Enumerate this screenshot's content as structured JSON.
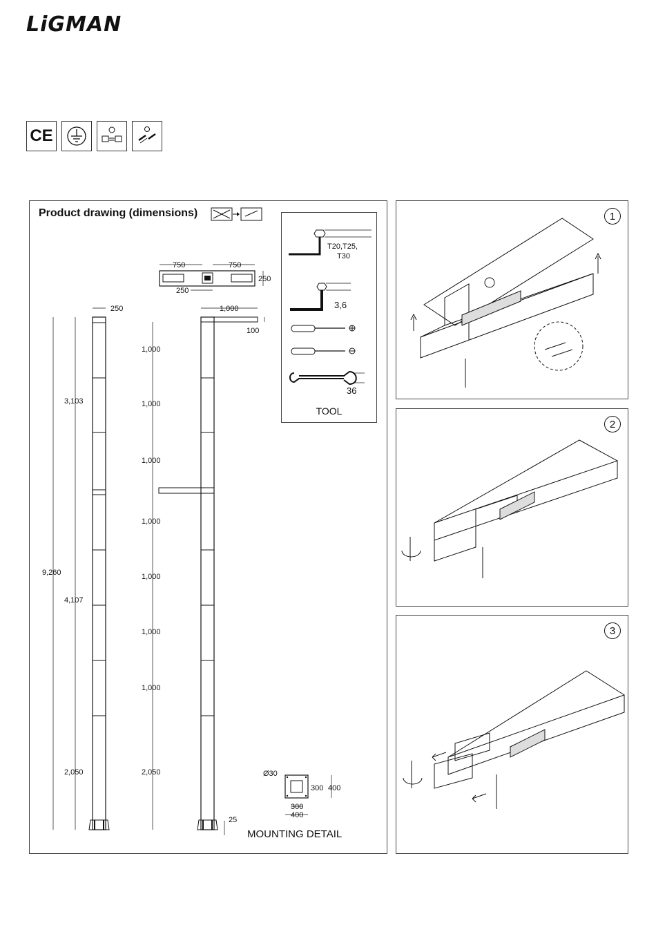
{
  "brand": {
    "name": "LiGMAN"
  },
  "certifications": [
    {
      "label": "CE"
    },
    {
      "icon": "ground-icon"
    },
    {
      "icon": "power-connection-icon"
    },
    {
      "icon": "cable-connection-icon"
    }
  ],
  "drawing": {
    "title": "Product drawing (dimensions)",
    "top_view_dims": [
      "750",
      "750",
      "250",
      "250"
    ],
    "pole_width": "250",
    "arm_length": "1,000",
    "arm_height": "100",
    "total_height": "9,260",
    "segment_a": "3,103",
    "segment_b": "4,107",
    "segment_c": "2,050",
    "section_heights": [
      "1,000",
      "1,000",
      "1,000",
      "1,000",
      "1,000",
      "1,000",
      "1,000"
    ],
    "base_height": "2,050",
    "base_gap": "25",
    "tools": {
      "torx_sizes": "T20,T25,\nT30",
      "hex_size": "3,6",
      "wrench_size": "36",
      "label": "TOOL"
    },
    "mounting": {
      "hole": "Ø30",
      "inner": "300",
      "outer": "400",
      "label": "MOUNTING DETAIL"
    }
  },
  "steps": [
    {
      "number": "1"
    },
    {
      "number": "2"
    },
    {
      "number": "3"
    }
  ]
}
